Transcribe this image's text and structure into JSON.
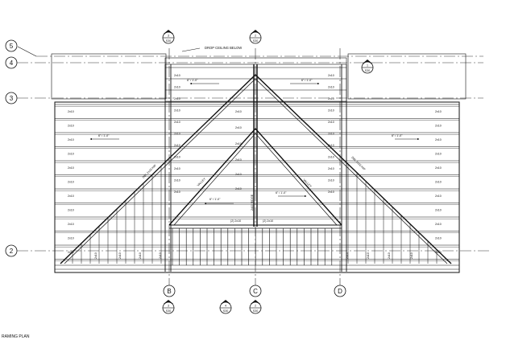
{
  "drawing": {
    "title": "RAMING PLAN",
    "note_drop_ceiling": "DROP CEILING BELOW",
    "grid_rows": [
      "5",
      "4",
      "3",
      "2"
    ],
    "grid_cols": [
      "B",
      "C",
      "D"
    ],
    "section_tags": [
      {
        "num": "3",
        "sheet": "S30"
      },
      {
        "num": "2",
        "sheet": "S30"
      },
      {
        "num": "1",
        "sheet": "S30"
      },
      {
        "num": "3",
        "sheet": "S30"
      },
      {
        "num": "4",
        "sheet": "S30"
      },
      {
        "num": "2",
        "sheet": "S30"
      }
    ],
    "joist_label": "2x10",
    "spacing_label": "6\" / 1'-0\"",
    "spacing_label_alt": "6\" / 1'-0\"",
    "post_label": "2x10",
    "ridge_label": "2x10 RIDGE",
    "valley_label": "VALLEY",
    "hip_label": "DBL 2x10 HIP",
    "header_label": "(2) 2x10",
    "colors": {
      "line": "#111111",
      "dash": "#333333"
    }
  }
}
